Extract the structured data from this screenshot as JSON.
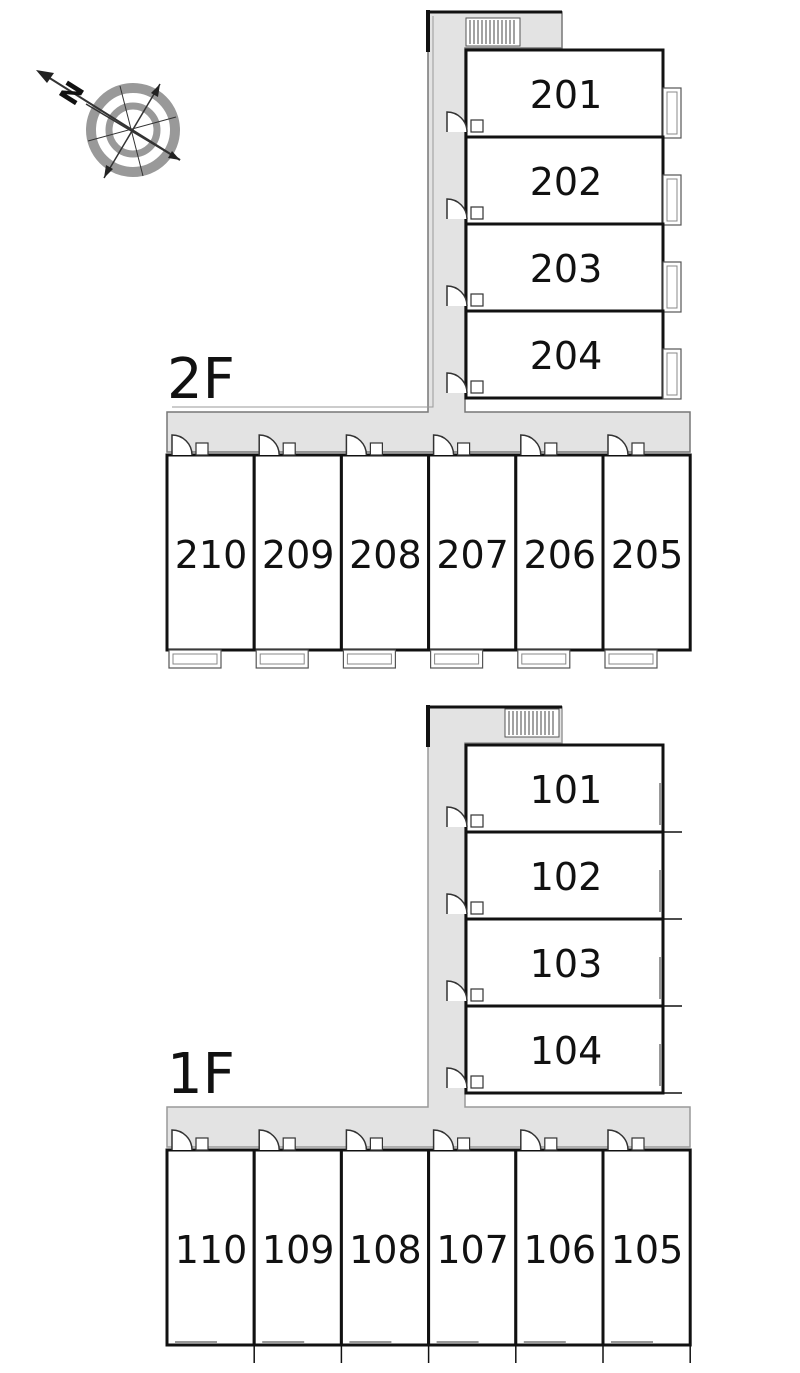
{
  "compass": {
    "north_letter": "N"
  },
  "floors": [
    {
      "label": "2F",
      "east_units": [
        "201",
        "202",
        "203",
        "204"
      ],
      "south_units": [
        "210",
        "209",
        "208",
        "207",
        "206",
        "205"
      ]
    },
    {
      "label": "1F",
      "east_units": [
        "101",
        "102",
        "103",
        "104"
      ],
      "south_units": [
        "110",
        "109",
        "108",
        "107",
        "106",
        "105"
      ]
    }
  ]
}
